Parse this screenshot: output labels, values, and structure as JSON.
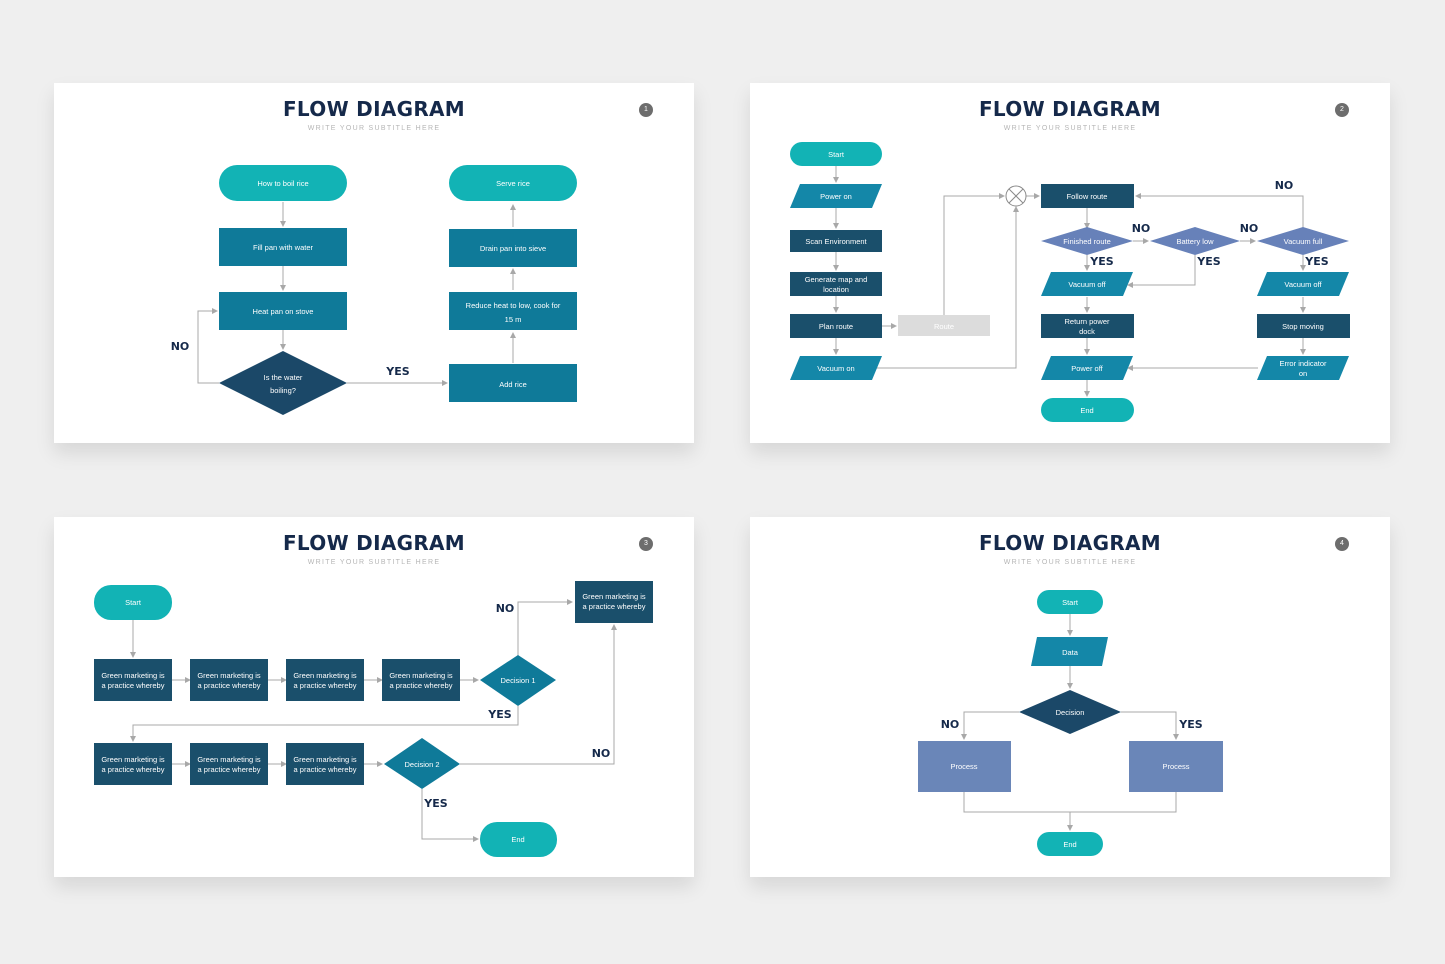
{
  "colors": {
    "terminal": "#12b3b5",
    "process_teal": "#0f7a99",
    "process_dark": "#1a4f6b",
    "io_teal": "#1487a8",
    "decision_blue": "#6781b9",
    "decision_dark": "#1b4868",
    "process_light": "#6a86b8",
    "connector": "#a8a8a8",
    "title": "#15294a"
  },
  "slides": [
    {
      "title": "FLOW DIAGRAM",
      "subtitle": "WRITE YOUR SUBTITLE HERE",
      "number": "1",
      "nodes": {
        "how_to_boil": "How to boil rice",
        "fill_pan": "Fill pan with water",
        "heat_pan": "Heat pan on stove",
        "water_boiling": [
          "Is the water",
          "boiling?"
        ],
        "serve_rice": "Serve rice",
        "drain_pan": "Drain pan into sieve",
        "reduce_heat": [
          "Reduce heat to low, cook for",
          "15 m"
        ],
        "add_rice": "Add rice"
      },
      "labels": {
        "no": "NO",
        "yes": "YES"
      }
    },
    {
      "title": "FLOW DIAGRAM",
      "subtitle": "WRITE YOUR SUBTITLE HERE",
      "number": "2",
      "nodes": {
        "start": "Start",
        "power_on": "Power on",
        "scan_env": "Scan Environment",
        "generate_map": [
          "Generate map and",
          "location"
        ],
        "plan_route": "Plan route",
        "route": "Route",
        "vacuum_on": "Vacuum on",
        "follow_route": "Follow route",
        "finished_route": "Finished route",
        "battery_low": "Battery low",
        "vacuum_full": "Vacuum full",
        "vacuum_off_1": "Vacuum off",
        "return_dock": [
          "Return power",
          "dock"
        ],
        "power_off": "Power off",
        "end": "End",
        "vacuum_off_2": "Vacuum off",
        "stop_moving": "Stop moving",
        "error_indicator": [
          "Error indicator",
          "on"
        ]
      },
      "labels": {
        "no_top": "NO",
        "no_finished": "NO",
        "no_battery": "NO",
        "yes_finished": "YES",
        "yes_battery": "YES",
        "yes_full": "YES"
      }
    },
    {
      "title": "FLOW DIAGRAM",
      "subtitle": "WRITE YOUR SUBTITLE HERE",
      "number": "3",
      "nodes": {
        "start": "Start",
        "step_text": [
          "Green marketing is",
          "a practice whereby"
        ],
        "decision_1": "Decision 1",
        "decision_2": "Decision 2",
        "top_box": [
          "Green marketing is",
          "a practice whereby"
        ],
        "end": "End"
      },
      "labels": {
        "no_1": "NO",
        "yes_1": "YES",
        "no_2": "NO",
        "yes_2": "YES"
      }
    },
    {
      "title": "FLOW DIAGRAM",
      "subtitle": "WRITE YOUR SUBTITLE HERE",
      "number": "4",
      "nodes": {
        "start": "Start",
        "data": "Data",
        "decision": "Decision",
        "process_left": "Process",
        "process_right": "Process",
        "end": "End"
      },
      "labels": {
        "no": "NO",
        "yes": "YES"
      }
    }
  ]
}
